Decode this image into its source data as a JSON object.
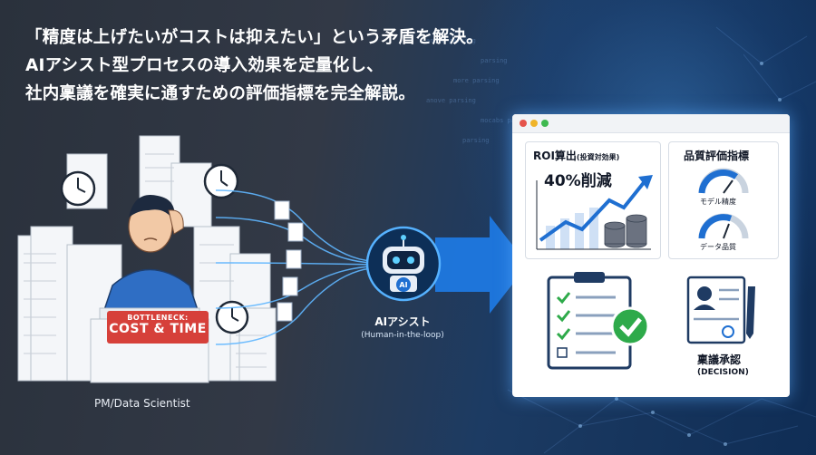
{
  "headline": {
    "line1": "「精度は上げたいがコストは抑えたい」という矛盾を解決。",
    "line2": "AIアシスト型プロセスの導入効果を定量化し、",
    "line3": "社内稟議を確実に通すための評価指標を完全解説。"
  },
  "left_panel": {
    "badge_line1": "BOTTLENECK:",
    "badge_line2": "COST & TIME",
    "caption": "PM/Data Scientist"
  },
  "ai_assist": {
    "icon_text": "AI",
    "label": "AIアシスト",
    "sublabel": "(Human-in-the-loop)"
  },
  "dashboard": {
    "roi_card": {
      "title": "ROI算出",
      "title_sub": "(投資対効果)",
      "value": "40%削減"
    },
    "quality_card": {
      "title": "品質評価指標",
      "gauge1": "モデル精度",
      "gauge2": "データ品質"
    },
    "approval_card": {
      "title": "稟議承認",
      "subtitle": "(DECISION)"
    }
  },
  "code_lines": [
    "anove parsing",
    "parsing",
    "more parsing",
    "anove parsing",
    "mocabs parsing",
    "parsing"
  ],
  "colors": {
    "accent_blue": "#1f6fd1",
    "badge_red": "#d6403a",
    "check_green": "#2eaa4a",
    "window_dots": [
      "#e5534b",
      "#f0b429",
      "#3fb950"
    ]
  }
}
